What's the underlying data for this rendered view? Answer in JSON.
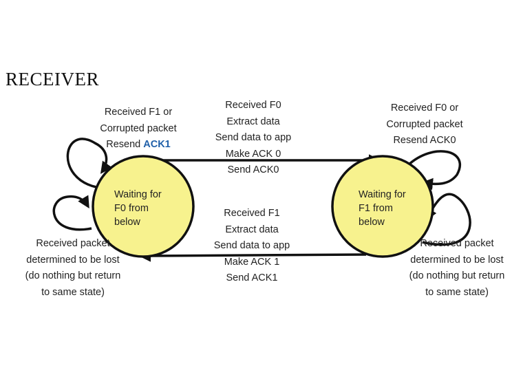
{
  "title": "RECEIVER",
  "states": {
    "s0": {
      "lines": [
        "Waiting for",
        "F0 from",
        "below"
      ]
    },
    "s1": {
      "lines": [
        "Waiting for",
        "F1 from",
        "below"
      ]
    }
  },
  "transitions": {
    "s0_to_s1": {
      "lines": [
        "Received  F0",
        "Extract data",
        "Send data to app",
        "Make ACK 0",
        "Send ACK0"
      ]
    },
    "s1_to_s0": {
      "lines": [
        "Received  F1",
        "Extract data",
        "Send data to app",
        "Make ACK 1",
        "Send ACK1"
      ]
    },
    "s0_self_corrupt": {
      "line1": "Received F1 or",
      "line2": "Corrupted packet",
      "line3_prefix": "Resend ",
      "line3_highlight": "ACK1"
    },
    "s0_self_lost": {
      "lines": [
        "Received packet",
        "determined to be lost",
        "(do nothing but return",
        "to same state)"
      ]
    },
    "s1_self_corrupt": {
      "lines": [
        "Received F0 or",
        "Corrupted packet",
        "Resend ACK0"
      ]
    },
    "s1_self_lost": {
      "lines": [
        "Received packet",
        "determined to be lost",
        "(do nothing but return",
        "to same state)"
      ]
    }
  },
  "colors": {
    "state_fill": "#f7f28e",
    "stroke": "#111111",
    "highlight": "#1f5fa8"
  }
}
